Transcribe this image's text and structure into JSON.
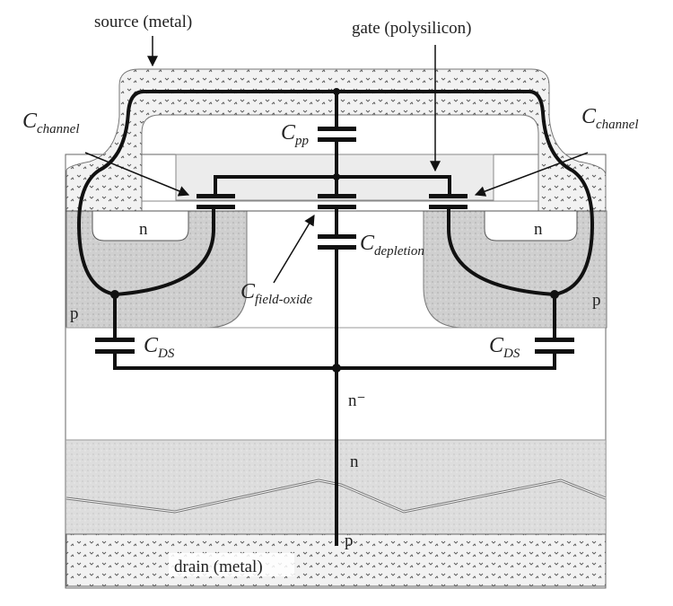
{
  "labels": {
    "source": "source (metal)",
    "gate": "gate (polysilicon)",
    "c_channel_left": {
      "main": "C",
      "sub": "channel"
    },
    "c_channel_right": {
      "main": "C",
      "sub": "channel"
    },
    "c_pp": {
      "main": "C",
      "sub": "pp"
    },
    "c_depletion": {
      "main": "C",
      "sub": "depletion"
    },
    "c_field_oxide": {
      "main": "C",
      "sub": "field-oxide"
    },
    "c_ds_left": {
      "main": "C",
      "sub": "DS"
    },
    "c_ds_right": {
      "main": "C",
      "sub": "DS"
    },
    "n_left": "n",
    "n_right": "n",
    "p_left": "p",
    "p_right": "p",
    "n_minus": "n⁻",
    "n_layer": "n",
    "p_layer": "p",
    "drain": "drain (metal)"
  },
  "colors": {
    "wire": "#111111",
    "metal": "#eeeeee",
    "well": "#c8c8c8",
    "poly": "#ececec",
    "nlayer": "#dcdcdc"
  }
}
